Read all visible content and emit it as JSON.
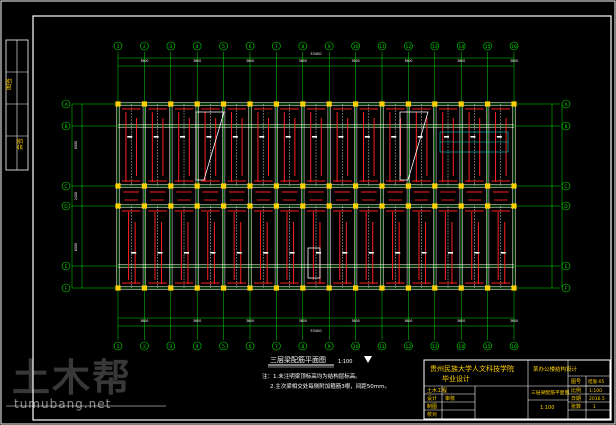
{
  "drawing": {
    "plan_title": "三层梁配筋平面图",
    "plan_scale": "1:100",
    "notes": [
      "注：1.未注明梁顶标高均为结构层标高。",
      "2.主次梁相交处每侧附加箍筋3根，间距50mm。"
    ],
    "x_axis_labels": [
      "1",
      "2",
      "3",
      "4",
      "5",
      "6",
      "7",
      "8",
      "9",
      "10",
      "11",
      "12",
      "13",
      "14",
      "15",
      "16"
    ],
    "y_axis_labels": [
      "A",
      "B",
      "C",
      "D",
      "E",
      "F"
    ],
    "top_total_dim": "53400",
    "bottom_total_dim": "53400",
    "bay_dim": "3600",
    "span_dims_left": [
      "6000",
      "2400",
      "6000"
    ]
  },
  "title_block": {
    "project": "贵州民族大学人文科技学院",
    "subtitle": "毕业设计",
    "design_title": "某办公楼结构设计",
    "sheet_title": "三层梁配筋平面图",
    "sheet_scale": "1:100",
    "rows_left": [
      "设计",
      "制图",
      "校对",
      "审核"
    ],
    "rows_right": [
      "图号",
      "比例",
      "日期",
      "张数"
    ],
    "right_values": [
      "结施-05",
      "1:100",
      "2016.5",
      "1"
    ],
    "stamp": "土木工程"
  },
  "side_strip": {
    "labels": [
      "图签",
      "会签"
    ]
  },
  "watermark": {
    "logo": "土木帮",
    "url": "tumubang.net"
  },
  "colors": {
    "frame": "#ffffff",
    "axis": "#00e000",
    "beam": "#ffffff",
    "rebar": "#ff2020",
    "dim": "#00e000",
    "text": "#ffffff",
    "yellow": "#ffd000",
    "cyan": "#00d0d0"
  }
}
